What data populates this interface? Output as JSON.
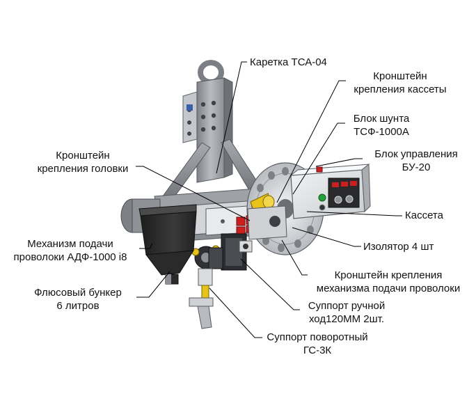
{
  "labels": {
    "carriage": [
      "Каретка ТСА-04"
    ],
    "cassette_bracket": [
      "Кронштейн",
      "крепления кассеты"
    ],
    "shunt_block": [
      "Блок шунта",
      "ТСФ-1000А"
    ],
    "control_block": [
      "Блок управления",
      "БУ-20"
    ],
    "head_bracket": [
      "Кронштейн",
      "крепления головки"
    ],
    "cassette": [
      "Кассета"
    ],
    "feed_mechanism": [
      "Механизм подачи",
      "проволоки АДФ-1000 i8"
    ],
    "insulator": [
      "Изолятор 4 шт"
    ],
    "flux_hopper": [
      "Флюсовый бункер",
      "6 литров"
    ],
    "feed_mech_bracket": [
      "Кронштейн крепления",
      "механизма подачи проволоки"
    ],
    "manual_support": [
      "Суппорт ручной",
      "ход120ММ 2шт."
    ],
    "rotary_support": [
      "Суппорт поворотный",
      "ГС-3К"
    ]
  },
  "colors": {
    "frame": "#9a9ea4",
    "hopper": "#2b2b2b",
    "panel": "#e4e6e8",
    "indicator_red": "#cc1f1f",
    "indicator_green": "#27a13a",
    "yellow": "#e7c21a",
    "leader": "#000000"
  }
}
